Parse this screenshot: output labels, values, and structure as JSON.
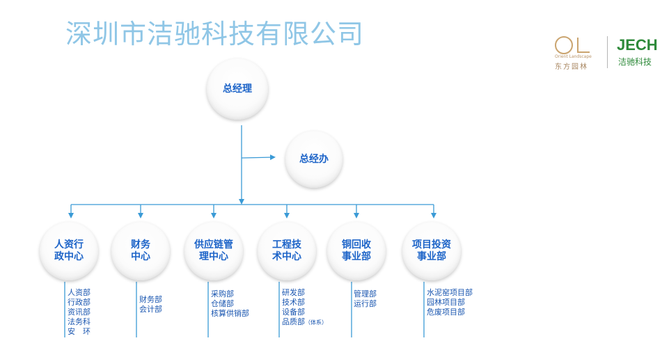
{
  "title": "深圳市洁驰科技有限公司",
  "logos": {
    "ol_subtitle": "Orient Landscape",
    "ol_chinese": "东方园林",
    "jech": "JECH",
    "jech_chinese": "洁驰科技"
  },
  "top": {
    "gm": "总经理",
    "office": "总经办"
  },
  "departments": [
    {
      "line1": "人资行",
      "line2": "政中心",
      "items": [
        "人资部",
        "行政部",
        "资讯部",
        "法务科",
        "安　环"
      ]
    },
    {
      "line1": "财务",
      "line2": "中心",
      "items": [
        "财务部",
        "会计部"
      ]
    },
    {
      "line1": "供应链管",
      "line2": "理中心",
      "items": [
        "采购部",
        "仓储部",
        "核算供销部"
      ]
    },
    {
      "line1": "工程技",
      "line2": "术中心",
      "items": [
        "研发部",
        "技术部",
        "设备部",
        "品质部"
      ],
      "note": "（体系）"
    },
    {
      "line1": "铜回收",
      "line2": "事业部",
      "items": [
        "管理部",
        "运行部"
      ]
    },
    {
      "line1": "项目投资",
      "line2": "事业部",
      "items": [
        "水泥窑项目部",
        "园林项目部",
        "危废项目部"
      ]
    }
  ],
  "colors": {
    "line": "#3a9ad6",
    "node_text": "#1d64c8",
    "title": "#8fc6e6",
    "jech": "#2e8a3a",
    "ol": "#caa46f"
  }
}
